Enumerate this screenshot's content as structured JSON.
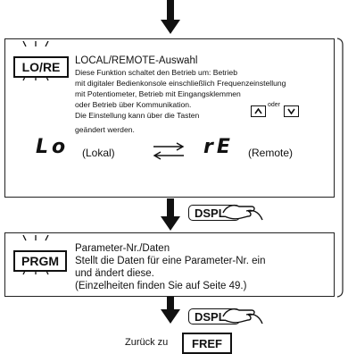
{
  "box1": {
    "key_label": "LO/RE",
    "title": "LOCAL/REMOTE-Auswahl",
    "lines": [
      "Diese Funktion schaltet den Betrieb um: Betrieb",
      "mit digitaler Bedienkonsole einschließlich Frequenzeinstellung",
      "mit Potentiometer, Betrieb mit Eingangsklemmen",
      "oder Betrieb über Kommunikation.",
      "Die Einstellung kann über die Tasten"
    ],
    "line_last": "geändert werden.",
    "oder": "oder",
    "display_local": "Lo",
    "label_local": "(Lokal)",
    "display_remote": "rE",
    "label_remote": "(Remote)"
  },
  "dspl1": "DSPL",
  "box2": {
    "key_label": "PRGM",
    "title": "Parameter-Nr./Daten",
    "lines": [
      "Stellt die Daten für eine Parameter-Nr. ein",
      "und ändert diese.",
      "(Einzelheiten finden Sie auf Seite 49.)"
    ]
  },
  "dspl2": "DSPL",
  "footer": {
    "text": "Zurück zu",
    "key_label": "FREF"
  }
}
